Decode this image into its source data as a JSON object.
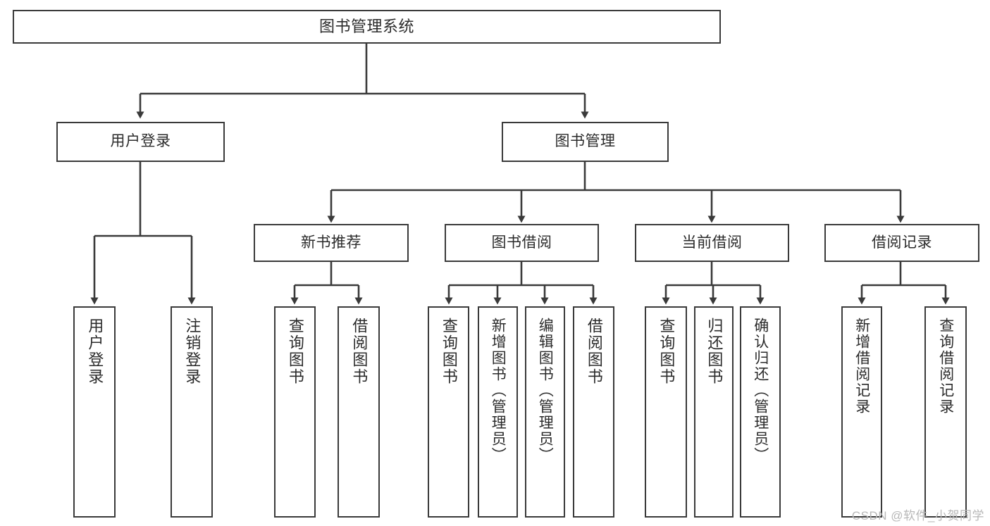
{
  "diagram": {
    "type": "tree",
    "title": "图书管理系统",
    "line_color": "#3a3a3a",
    "text_color": "#2b2b2b",
    "background": "#ffffff",
    "watermark": "CSDN @软件_小贺同学",
    "nodes": {
      "root": "图书管理系统",
      "l2": [
        "用户登录",
        "图书管理"
      ],
      "l3": [
        "新书推荐",
        "图书借阅",
        "当前借阅",
        "借阅记录"
      ],
      "leaves": {
        "user_login": [
          "用户登录",
          "注销登录"
        ],
        "new_book": [
          "查询图书",
          "借阅图书"
        ],
        "borrow_book": [
          "查询图书",
          "新增图书（管理员）",
          "编辑图书（管理员）",
          "借阅图书"
        ],
        "current_borrow": [
          "查询图书",
          "归还图书",
          "确认归还（管理员）"
        ],
        "borrow_record": [
          "新增借阅记录",
          "查询借阅记录"
        ]
      }
    }
  }
}
